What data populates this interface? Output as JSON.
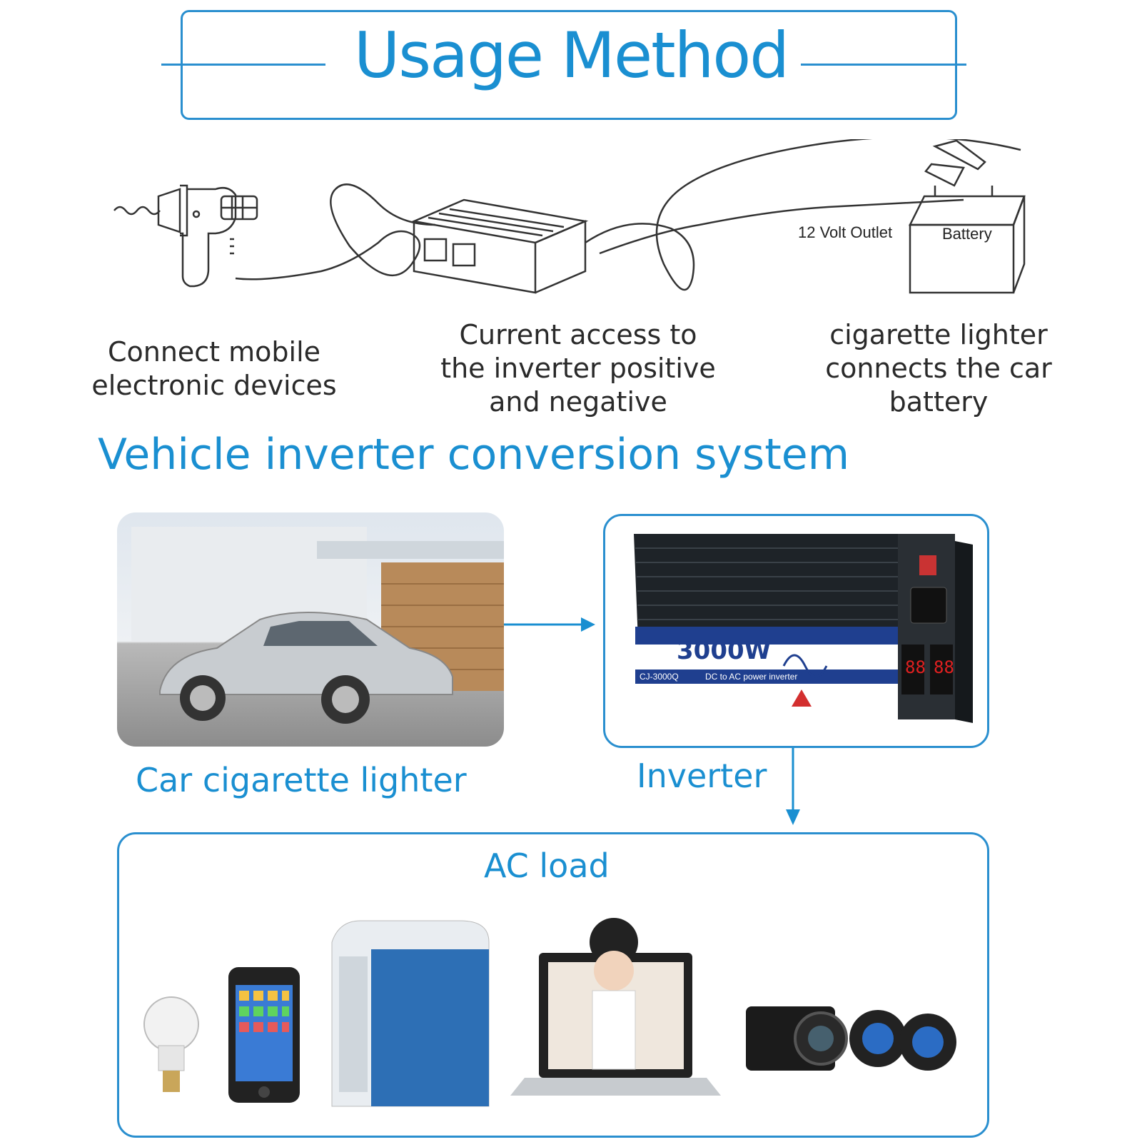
{
  "header": {
    "title": "Usage Method"
  },
  "diagram": {
    "outlet_label": "12 Volt Outlet",
    "battery_label": "Battery",
    "captions": [
      {
        "lines": [
          "Connect mobile",
          "electronic devices"
        ]
      },
      {
        "lines": [
          "Current access to",
          "the inverter positive",
          "and negative"
        ]
      },
      {
        "lines": [
          "cigarette lighter",
          "connects the car",
          "battery"
        ]
      }
    ]
  },
  "system": {
    "title": "Vehicle inverter conversion system",
    "car_label": "Car cigarette lighter",
    "inverter_label": "Inverter",
    "inverter_wattage": "3000W",
    "inverter_model": "CJ-3000Q",
    "inverter_sub": "DC to AC  power inverter",
    "ac_load_label": "AC load"
  },
  "colors": {
    "accent": "#1a8fd1",
    "frame": "#2a8fcf",
    "line": "#333333"
  }
}
